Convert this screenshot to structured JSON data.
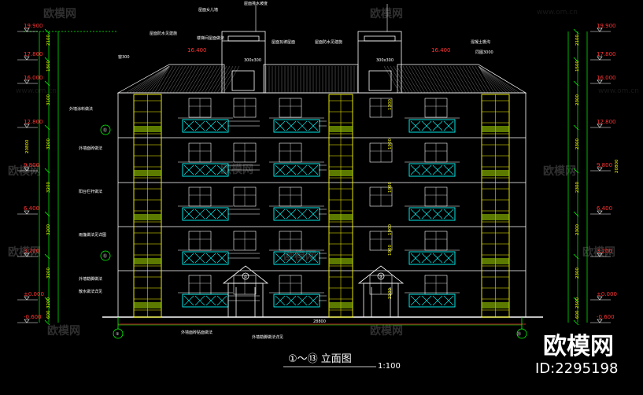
{
  "drawing": {
    "title": "①～⑬ 立面图",
    "scale": "1:100",
    "overall_width": "28800",
    "overall_height": "20800",
    "axis_left": "①",
    "axis_right": "⑬",
    "axis_mid_upper": "⑫",
    "axis_mid_lower": "⑫",
    "door_left_axis": "①",
    "door_right_axis": "⑤"
  },
  "levels_left": [
    "19.900",
    "17.800",
    "16.000",
    "12.800",
    "9.800",
    "6.400",
    "3.200",
    "±0.000",
    "-0.600"
  ],
  "levels_right": [
    "19.900",
    "17.800",
    "16.000",
    "12.800",
    "9.800",
    "6.400",
    "3.200",
    "±0.000",
    "-0.600"
  ],
  "roof_levels": [
    "16.400",
    "16.400"
  ],
  "dims_left": [
    "2100",
    "1800",
    "3100",
    "3200",
    "3200",
    "3200",
    "3200",
    "3200",
    "600"
  ],
  "dims_right": [
    "2100",
    "1500",
    "2300",
    "2300",
    "2300",
    "2300",
    "2300",
    "2500",
    "600"
  ],
  "dims_center": [
    "1300",
    "1900",
    "1900",
    "1900",
    "1900",
    "2200"
  ],
  "annotations": {
    "top_stair": "屋面排水坡度",
    "top_tank": "屋面女儿墙",
    "roof_tile": "屋面瓦坡屋面",
    "roof_note_left": "屋面防水见建施",
    "roof_note_right": "屋面防水见建施",
    "stair_cover": "楼梯间屋面做法",
    "cover_right": "混凝土檐沟",
    "cover_right2": "同图3000",
    "window_note": "窗300",
    "ridge_l": "300x300",
    "ridge_r": "300x300",
    "wall_note1": "外墙涂料做法",
    "wall_note2": "外墙面砖做法",
    "wall_note3": "阳台栏杆做法",
    "wall_note4": "雨篷做法见详图",
    "base_note1": "外墙勒脚做法",
    "base_note2": "散水做法详见",
    "bottom_note1": "外墙面砖贴面做法",
    "bottom_note2": "外墙勒脚做法详见"
  },
  "watermarks": {
    "brand": "欧模网",
    "site": "www.om.cn",
    "corner_brand": "欧模网",
    "corner_id": "ID:2295198"
  },
  "colors": {
    "background": "#000000",
    "lines": "#ffffff",
    "levels": "#ff3333",
    "dims": "#ffff00",
    "balcony": "#00ffff",
    "frame": "#00ff00"
  }
}
